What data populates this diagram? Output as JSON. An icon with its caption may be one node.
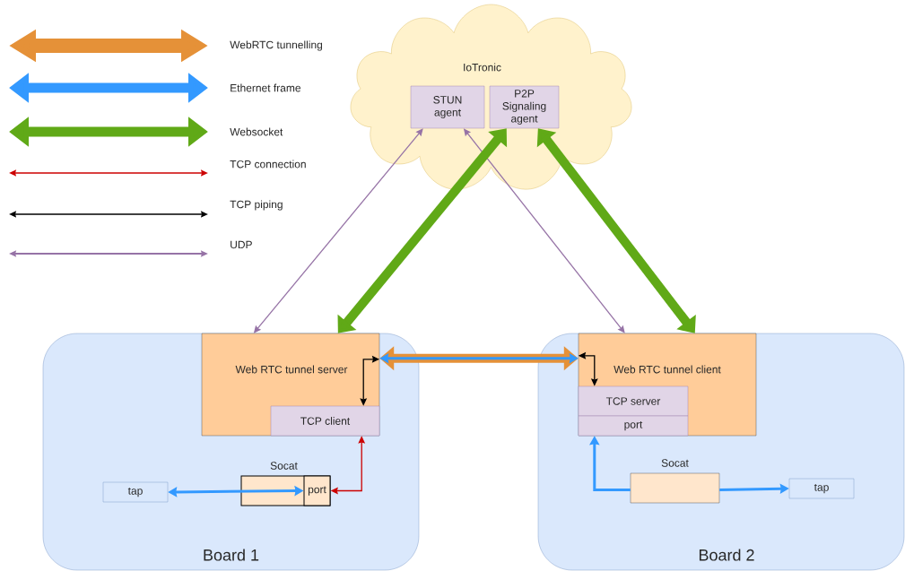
{
  "diagram": {
    "nodes": [
      {
        "text": [
          "IoTronic"
        ]
      },
      {
        "text": [
          "STUN agent"
        ],
        "in": 0
      },
      {
        "text": [
          "P2P Signaling agent"
        ],
        "in": 0
      },
      {
        "text": [
          "Board 1"
        ]
      },
      {
        "text": [
          "Web RTC tunnel server"
        ],
        "in": 3
      },
      {
        "text": [
          "TCP client"
        ],
        "in": 4
      },
      {
        "text": [
          "Socat"
        ],
        "in": 3
      },
      {
        "text": [
          "port"
        ],
        "in": 6
      },
      {
        "text": [
          "tap"
        ],
        "in": 3
      },
      {
        "text": [
          "Board 2"
        ]
      },
      {
        "text": [
          "Web RTC tunnel client"
        ],
        "in": 9
      },
      {
        "text": [
          "TCP server"
        ],
        "in": 10
      },
      {
        "text": [
          "port"
        ],
        "in": 10
      },
      {
        "text": [
          "Socat"
        ],
        "in": 9
      },
      {
        "text": [
          "tap"
        ],
        "in": 9
      }
    ],
    "edges": [
      {
        "from": 4,
        "to": 1,
        "arrow": "both",
        "color": "#9673a6"
      },
      {
        "from": 1,
        "to": 10,
        "arrow": "both",
        "color": "#9673a6"
      },
      {
        "from": 4,
        "to": 2,
        "arrow": "both",
        "style": "thick",
        "color": "#60a917"
      },
      {
        "from": 2,
        "to": 10,
        "arrow": "both",
        "style": "thick",
        "color": "#60a917"
      },
      {
        "from": 4,
        "to": 10,
        "arrow": "both",
        "style": "thick",
        "color": "#e59138"
      },
      {
        "from": 4,
        "to": 10,
        "arrow": "both",
        "color": "#3399ff"
      },
      {
        "from": 4,
        "to": 5,
        "arrow": "both",
        "color": "#000000"
      },
      {
        "from": 10,
        "to": 11,
        "arrow": "both",
        "color": "#000000"
      },
      {
        "from": 5,
        "to": 7,
        "arrow": "both",
        "color": "#cc0000"
      },
      {
        "from": 8,
        "to": 7,
        "arrow": "both",
        "color": "#3399ff"
      },
      {
        "from": 13,
        "to": 12,
        "arrow": "to",
        "color": "#3399ff"
      },
      {
        "from": 13,
        "to": 14,
        "arrow": "to",
        "color": "#3399ff"
      }
    ],
    "legend": [
      {
        "text": "WebRTC tunnelling"
      },
      {
        "text": "Ethernet frame"
      },
      {
        "text": "Websocket"
      },
      {
        "text": "TCP connection"
      },
      {
        "text": "TCP piping"
      },
      {
        "text": "UDP"
      }
    ]
  }
}
